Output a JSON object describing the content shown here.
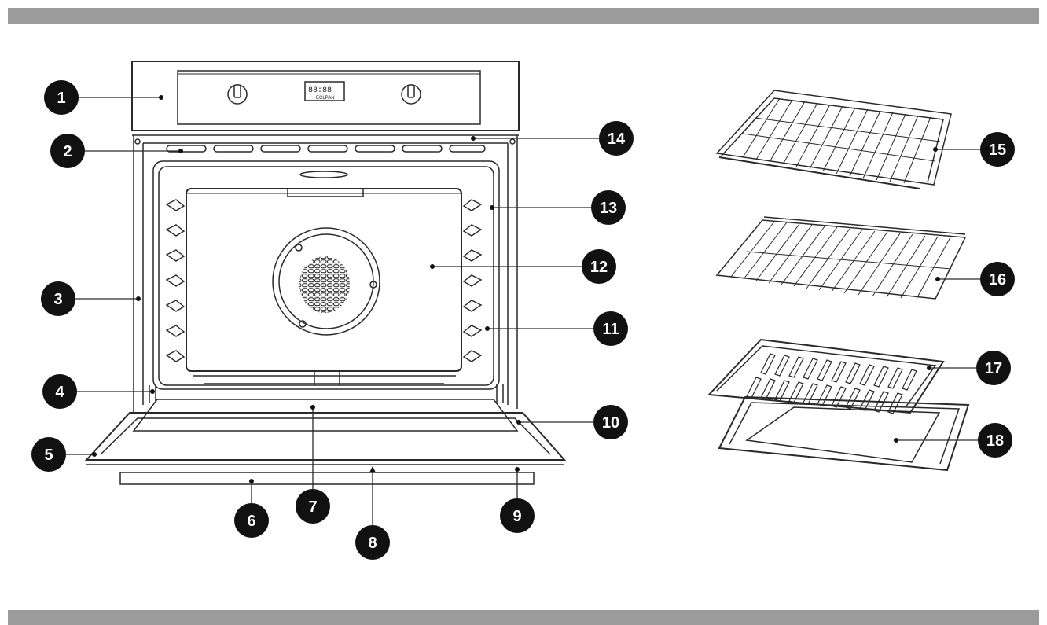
{
  "colors": {
    "bar": "#9b9b9b",
    "line": "#2a2a2a",
    "marker": "#111111",
    "marker_text": "#ffffff"
  },
  "display": {
    "digits": "88:88",
    "sublabel": "ECLPAN"
  },
  "callouts": {
    "c1": "1",
    "c2": "2",
    "c3": "3",
    "c4": "4",
    "c5": "5",
    "c6": "6",
    "c7": "7",
    "c8": "8",
    "c9": "9",
    "c10": "10",
    "c11": "11",
    "c12": "12",
    "c13": "13",
    "c14": "14",
    "c15": "15",
    "c16": "16",
    "c17": "17",
    "c18": "18"
  }
}
